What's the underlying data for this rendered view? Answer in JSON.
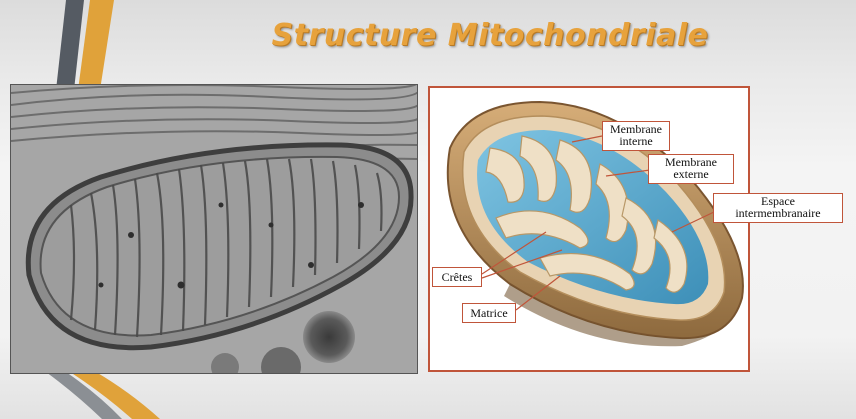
{
  "slide": {
    "title": "Structure Mitochondriale"
  },
  "diagram": {
    "labels": {
      "membrane_interne": [
        "Membrane",
        "interne"
      ],
      "membrane_externe": [
        "Membrane",
        "externe"
      ],
      "espace_intermembranaire": [
        "Espace",
        "intermembranaire"
      ],
      "cretes": "Crêtes",
      "matrice": "Matrice"
    },
    "colors": {
      "accent_orange": "#e7a23c",
      "frame_border": "#c0553a",
      "matrix_blue": "#5aaed0",
      "outer_membrane": "#b98a52",
      "inner_membrane": "#e8d3b3"
    }
  }
}
